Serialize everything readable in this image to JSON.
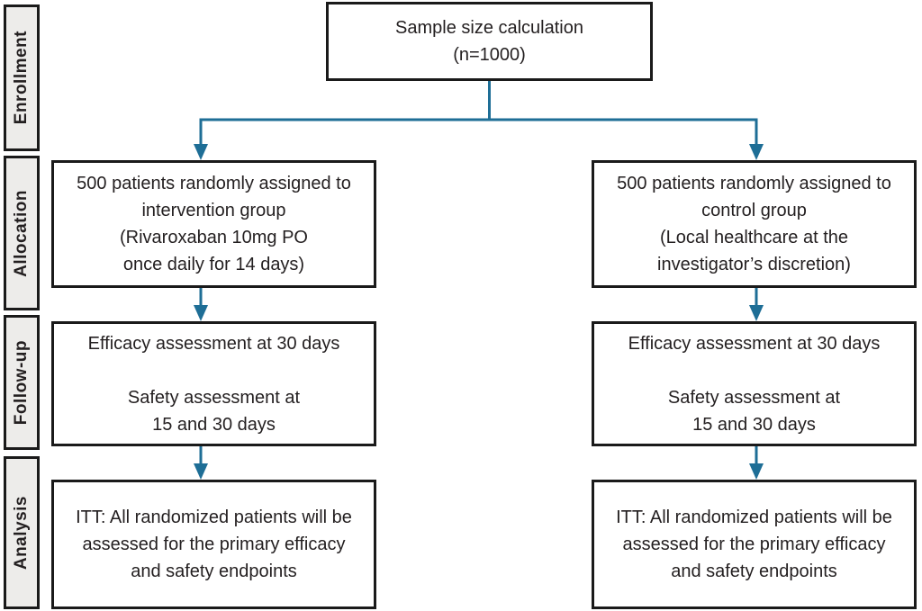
{
  "colors": {
    "arrow": "#1E6E96",
    "box-border": "#1A1A1A",
    "stage-fill": "#EDECEA",
    "text": "#231F20",
    "background": "#FFFFFF"
  },
  "stages": [
    {
      "label": "Enrollment"
    },
    {
      "label": "Allocation"
    },
    {
      "label": "Follow-up"
    },
    {
      "label": "Analysis"
    }
  ],
  "boxes": {
    "sample": {
      "text": "Sample size calculation\n(n=1000)"
    },
    "allocation_left": {
      "text": "500 patients randomly assigned to\nintervention group\n(Rivaroxaban 10mg PO\nonce daily for 14 days)"
    },
    "allocation_right": {
      "text": "500 patients randomly assigned to\ncontrol group\n(Local healthcare at the\ninvestigator’s discretion)"
    },
    "followup_left": {
      "text": "Efficacy assessment at 30 days\n\nSafety assessment at\n15 and 30 days"
    },
    "followup_right": {
      "text": "Efficacy assessment at 30 days\n\nSafety assessment at\n15 and 30 days"
    },
    "analysis_left": {
      "text": "ITT: All randomized patients will be\nassessed for the primary efficacy\nand safety endpoints"
    },
    "analysis_right": {
      "text": "ITT: All randomized patients will be\nassessed for the primary efficacy\nand safety endpoints"
    }
  }
}
